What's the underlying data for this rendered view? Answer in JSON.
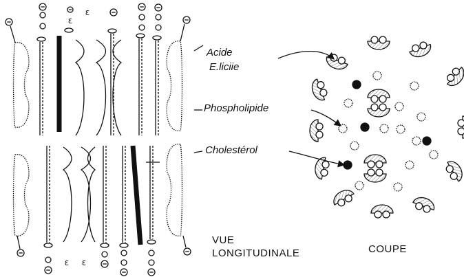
{
  "labels": {
    "acide_line1": "Acide",
    "acide_line2": "E.liciie",
    "phospholipide": "Phospholipide",
    "cholesterol": "Cholestérol",
    "vue_line1": "VUE",
    "vue_line2": "LONGITUDINALE",
    "coupe": "COUPE"
  },
  "symbols": {
    "charge": "⊖",
    "ring": "ε"
  },
  "colors": {
    "ink": "#111111",
    "paper": "#ffffff",
    "hatch": "#777777"
  },
  "icons": [
    "charge-symbol",
    "leader-arrow",
    "cholesterol-bar",
    "phospholipid-chain",
    "micelle-particle"
  ]
}
